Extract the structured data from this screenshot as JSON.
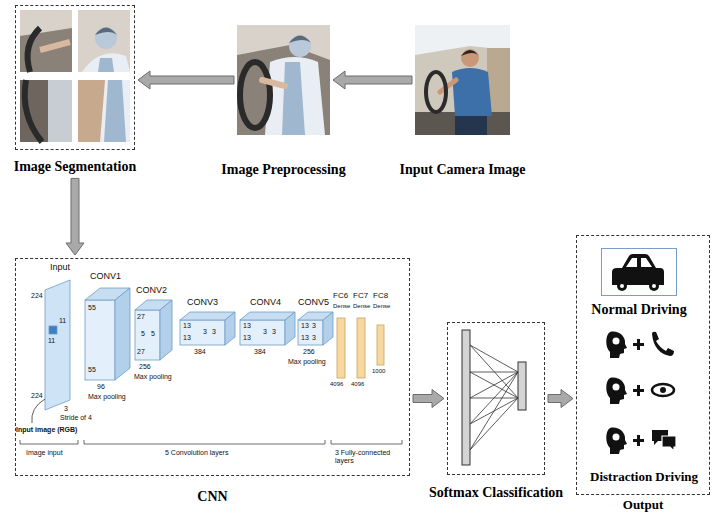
{
  "diagram": {
    "nodes": [
      {
        "text": [
          "Image Segmentation"
        ]
      },
      {
        "text": [
          "Image Preprocessing"
        ]
      },
      {
        "text": [
          "Input Camera Image"
        ]
      },
      {
        "text": [
          "CNN"
        ]
      },
      {
        "text": [
          "Softmax Classification"
        ]
      },
      {
        "text": [
          "Output"
        ]
      },
      {
        "text": [
          "Normal Driving"
        ],
        "in": 5
      }
    ],
    "edges": [
      {
        "from": 2,
        "to": 1,
        "arrow": "to"
      },
      {
        "from": 1,
        "to": 0,
        "arrow": "to"
      },
      {
        "from": 0,
        "to": 3,
        "arrow": "to"
      },
      {
        "from": 3,
        "to": 4,
        "arrow": "to"
      },
      {
        "from": 4,
        "to": 5,
        "arrow": "to"
      }
    ],
    "labels": [
      "Input",
      "CONV1",
      "CONV2",
      "CONV3",
      "CONV4",
      "CONV5",
      "FC6",
      "FC7",
      "FC8",
      "Dense",
      "Dense",
      "Dense",
      "224",
      "224",
      "11",
      "11",
      "3",
      "Stride of 4",
      "Input image (RGB)",
      "55",
      "55",
      "96",
      "Max pooling",
      "27",
      "27",
      "5",
      "5",
      "256",
      "Max pooling",
      "13",
      "13",
      "3",
      "3",
      "384",
      "13",
      "13",
      "3",
      "3",
      "384",
      "13",
      "13",
      "3",
      "3",
      "256",
      "Max pooling",
      "4096",
      "4096",
      "1000",
      "Image input",
      "5 Convolution layers",
      "3 Fully-connected layers",
      "Distraction Driving"
    ]
  }
}
